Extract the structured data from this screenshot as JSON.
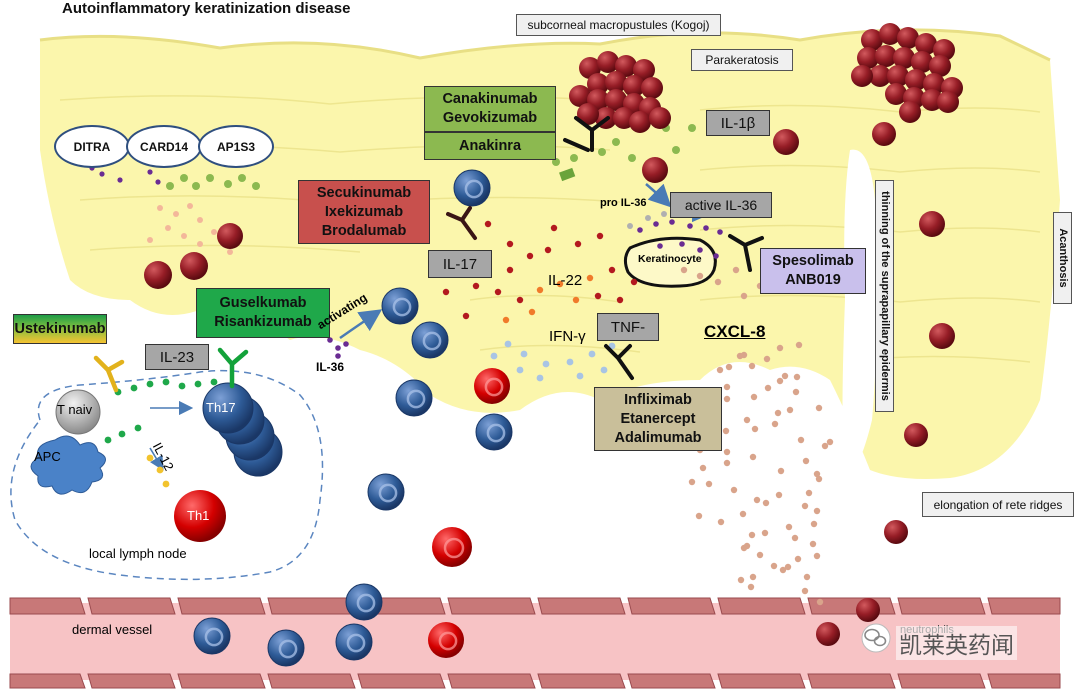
{
  "title": "Autoinflammatory keratinization disease",
  "genes": [
    "DITRA",
    "CARD14",
    "AP1S3"
  ],
  "findings": {
    "kogoj": "subcorneal macropustules (Kogoj)",
    "parakeratosis": "Parakeratosis",
    "thinning": "thinning of the suprapapillary epidermis",
    "acanthosis": "Acanthosis",
    "rete": "elongation of rete ridges",
    "vessel": "dermal vessel",
    "lymph": "local lymph node",
    "neutro": "neutrophils"
  },
  "drugs": {
    "canakinumab": [
      "Canakinumab",
      "Gevokizumab"
    ],
    "anakinra": "Anakinra",
    "il17": [
      "Secukinumab",
      "Ixekizumab",
      "Brodalumab"
    ],
    "il23p19": [
      "Guselkumab",
      "Risankizumab"
    ],
    "ustekinumab": "Ustekinumab",
    "il36r": [
      "Spesolimab",
      "ANB019"
    ],
    "tnf": [
      "Infliximab",
      "Etanercept",
      "Adalimumab"
    ]
  },
  "cytokines": {
    "il1b": "IL-1β",
    "il36_active": "active IL-36",
    "il36_pro": "pro IL-36",
    "il17": "IL-17",
    "il22": "IL-22",
    "ifng": "IFN-γ",
    "tnf": "TNF-",
    "il23": "IL-23",
    "il12": "IL-12",
    "il36": "IL-36",
    "cxcl8": "CXCL-8"
  },
  "cells": {
    "keratinocyte": "Keratinocyte",
    "tnaiv": "T naiv",
    "apc": "APC",
    "th17": "Th17",
    "th1": "Th1"
  },
  "arrow_label": "activating",
  "watermark": "凯莱英药闻",
  "colors": {
    "epidermis": "#fbf6a8",
    "vessel": "#f7c3c5",
    "vessel_border": "#b85a5e",
    "neutrophil": "#8b1a22",
    "tcell_blue": "#2e5b97",
    "th1_red": "#d40000",
    "green_drug": "#8cb950",
    "red_drug": "#c8504d",
    "purple_drug": "#c9c0ec",
    "tan_drug": "#c9bf9a",
    "ustek_top": "#1e9c48",
    "ustek_bottom": "#f6c333"
  }
}
